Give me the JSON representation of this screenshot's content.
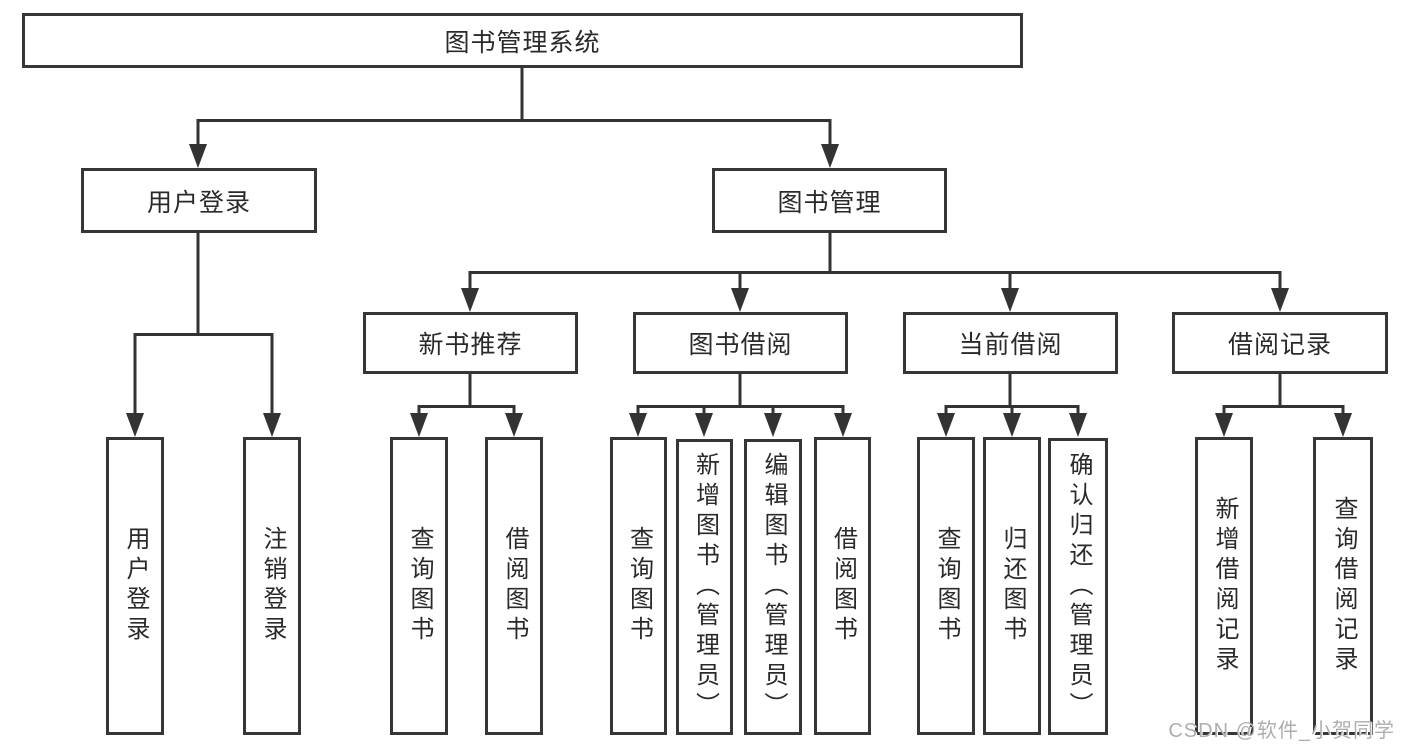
{
  "diagram": {
    "root": {
      "label": "图书管理系统"
    },
    "branches": [
      {
        "label": "用户登录",
        "children": [
          {
            "label": "用户登录"
          },
          {
            "label": "注销登录"
          }
        ]
      },
      {
        "label": "图书管理",
        "children": [
          {
            "label": "新书推荐",
            "children": [
              {
                "label": "查询图书"
              },
              {
                "label": "借阅图书"
              }
            ]
          },
          {
            "label": "图书借阅",
            "children": [
              {
                "label": "查询图书"
              },
              {
                "label": "新增图书（管理员）"
              },
              {
                "label": "编辑图书（管理员）"
              },
              {
                "label": "借阅图书"
              }
            ]
          },
          {
            "label": "当前借阅",
            "children": [
              {
                "label": "查询图书"
              },
              {
                "label": "归还图书"
              },
              {
                "label": "确认归还（管理员）"
              }
            ]
          },
          {
            "label": "借阅记录",
            "children": [
              {
                "label": "新增借阅记录"
              },
              {
                "label": "查询借阅记录"
              }
            ]
          }
        ]
      }
    ]
  },
  "watermark": "CSDN @软件_小贺同学",
  "colors": {
    "line": "#333333",
    "node_border": "#363636",
    "node_background": "#ffffff",
    "text": "#2a2a2a",
    "watermark": "#aeaeae"
  }
}
